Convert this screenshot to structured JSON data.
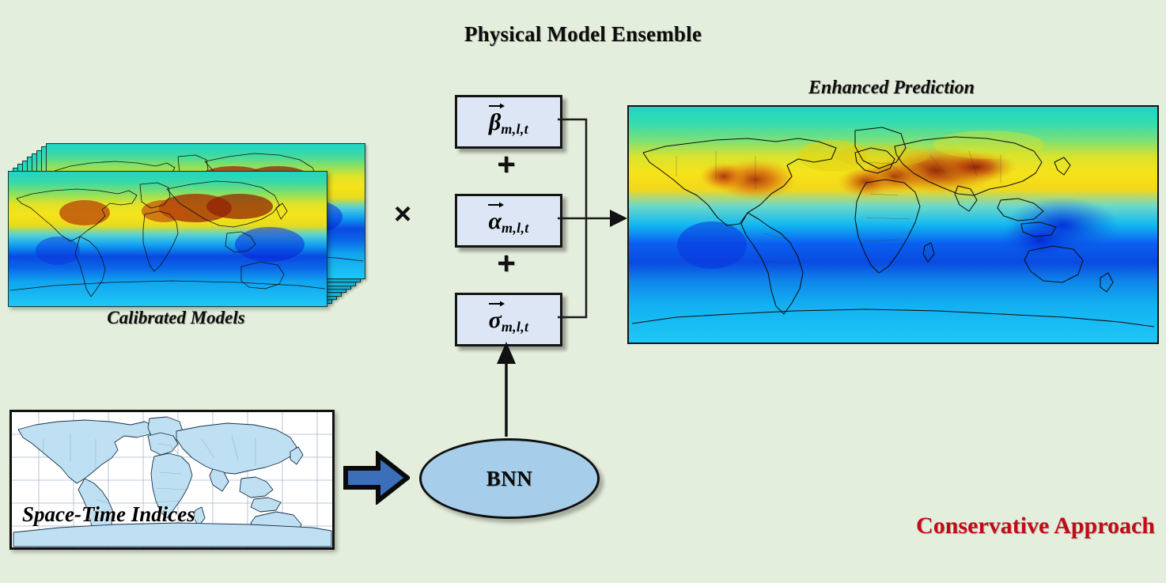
{
  "figure": {
    "title": "Physical Model Ensemble",
    "footer_note": "Conservative Approach"
  },
  "ensemble_stack": {
    "caption": "Calibrated Models",
    "layer_count": 9
  },
  "operators": {
    "multiply": "×",
    "plus_top": "+",
    "plus_bottom": "+"
  },
  "parameters": [
    {
      "name": "beta-parameter-box",
      "symbol": "β",
      "subscript": "m,l,t",
      "vector": true
    },
    {
      "name": "alpha-parameter-box",
      "symbol": "α",
      "subscript": "m,l,t",
      "vector": true
    },
    {
      "name": "sigma-parameter-box",
      "symbol": "σ",
      "subscript": "m,l,t",
      "vector": true
    }
  ],
  "prediction": {
    "caption": "Enhanced Prediction"
  },
  "inputs": {
    "indices_label": "Space-Time Indices"
  },
  "model": {
    "bnn_label": "BNN"
  },
  "colors": {
    "background": "#e4eedc",
    "box_fill": "#dce6f4",
    "box_border": "#141414",
    "bnn_fill": "#a6cdea",
    "arrow_fill": "#3b6fba",
    "accent_red": "#bf0d18",
    "land_fill": "#bfe0f2"
  }
}
